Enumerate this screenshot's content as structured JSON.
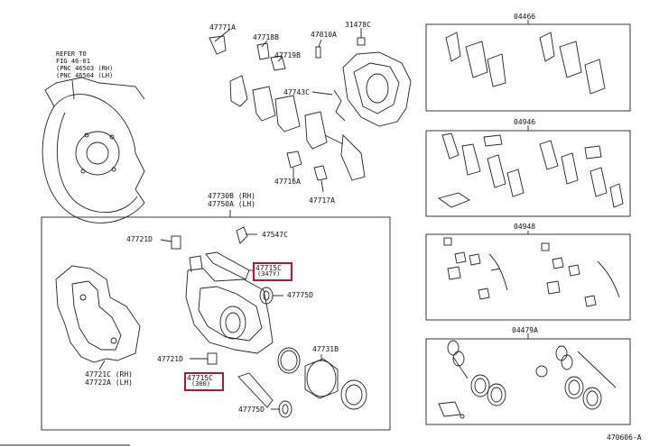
{
  "refer_note": {
    "line1": "REFER TO",
    "line2": "FIG 46-01",
    "line3": "(PNC 46503 (RH)",
    "line4": "(PNC 46504 (LH)"
  },
  "top_parts": {
    "p47771A": "47771A",
    "p47718B": "47718B",
    "p47810A": "47810A",
    "p31478C": "31478C",
    "p47719B": "47719B",
    "p47743C": "47743C",
    "p47716A": "47716A",
    "p47717A": "47717A"
  },
  "caliper_assembly": {
    "line1": "47730B (RH)",
    "line2": "47750A (LH)"
  },
  "box_parts": {
    "p47721D_top": "47721D",
    "p47547C": "47547C",
    "p47715C_top": "47715C",
    "p47715C_top_sub": "(347Y)",
    "p47775D_top": "47775D",
    "p47731B": "47731B",
    "p47721D_bot": "47721D",
    "p47715C_bot": "47715C",
    "p47715C_bot_sub": "(300)",
    "p47775D_bot": "47775D"
  },
  "mount": {
    "line1": "47721C (RH)",
    "line2": "47722A (LH)"
  },
  "kits": {
    "k1": "04466",
    "k2": "04946",
    "k3": "04948",
    "k4": "04479A"
  },
  "figure_code": "470606-A",
  "colors": {
    "highlight": "#b0173a",
    "line": "#222222"
  }
}
